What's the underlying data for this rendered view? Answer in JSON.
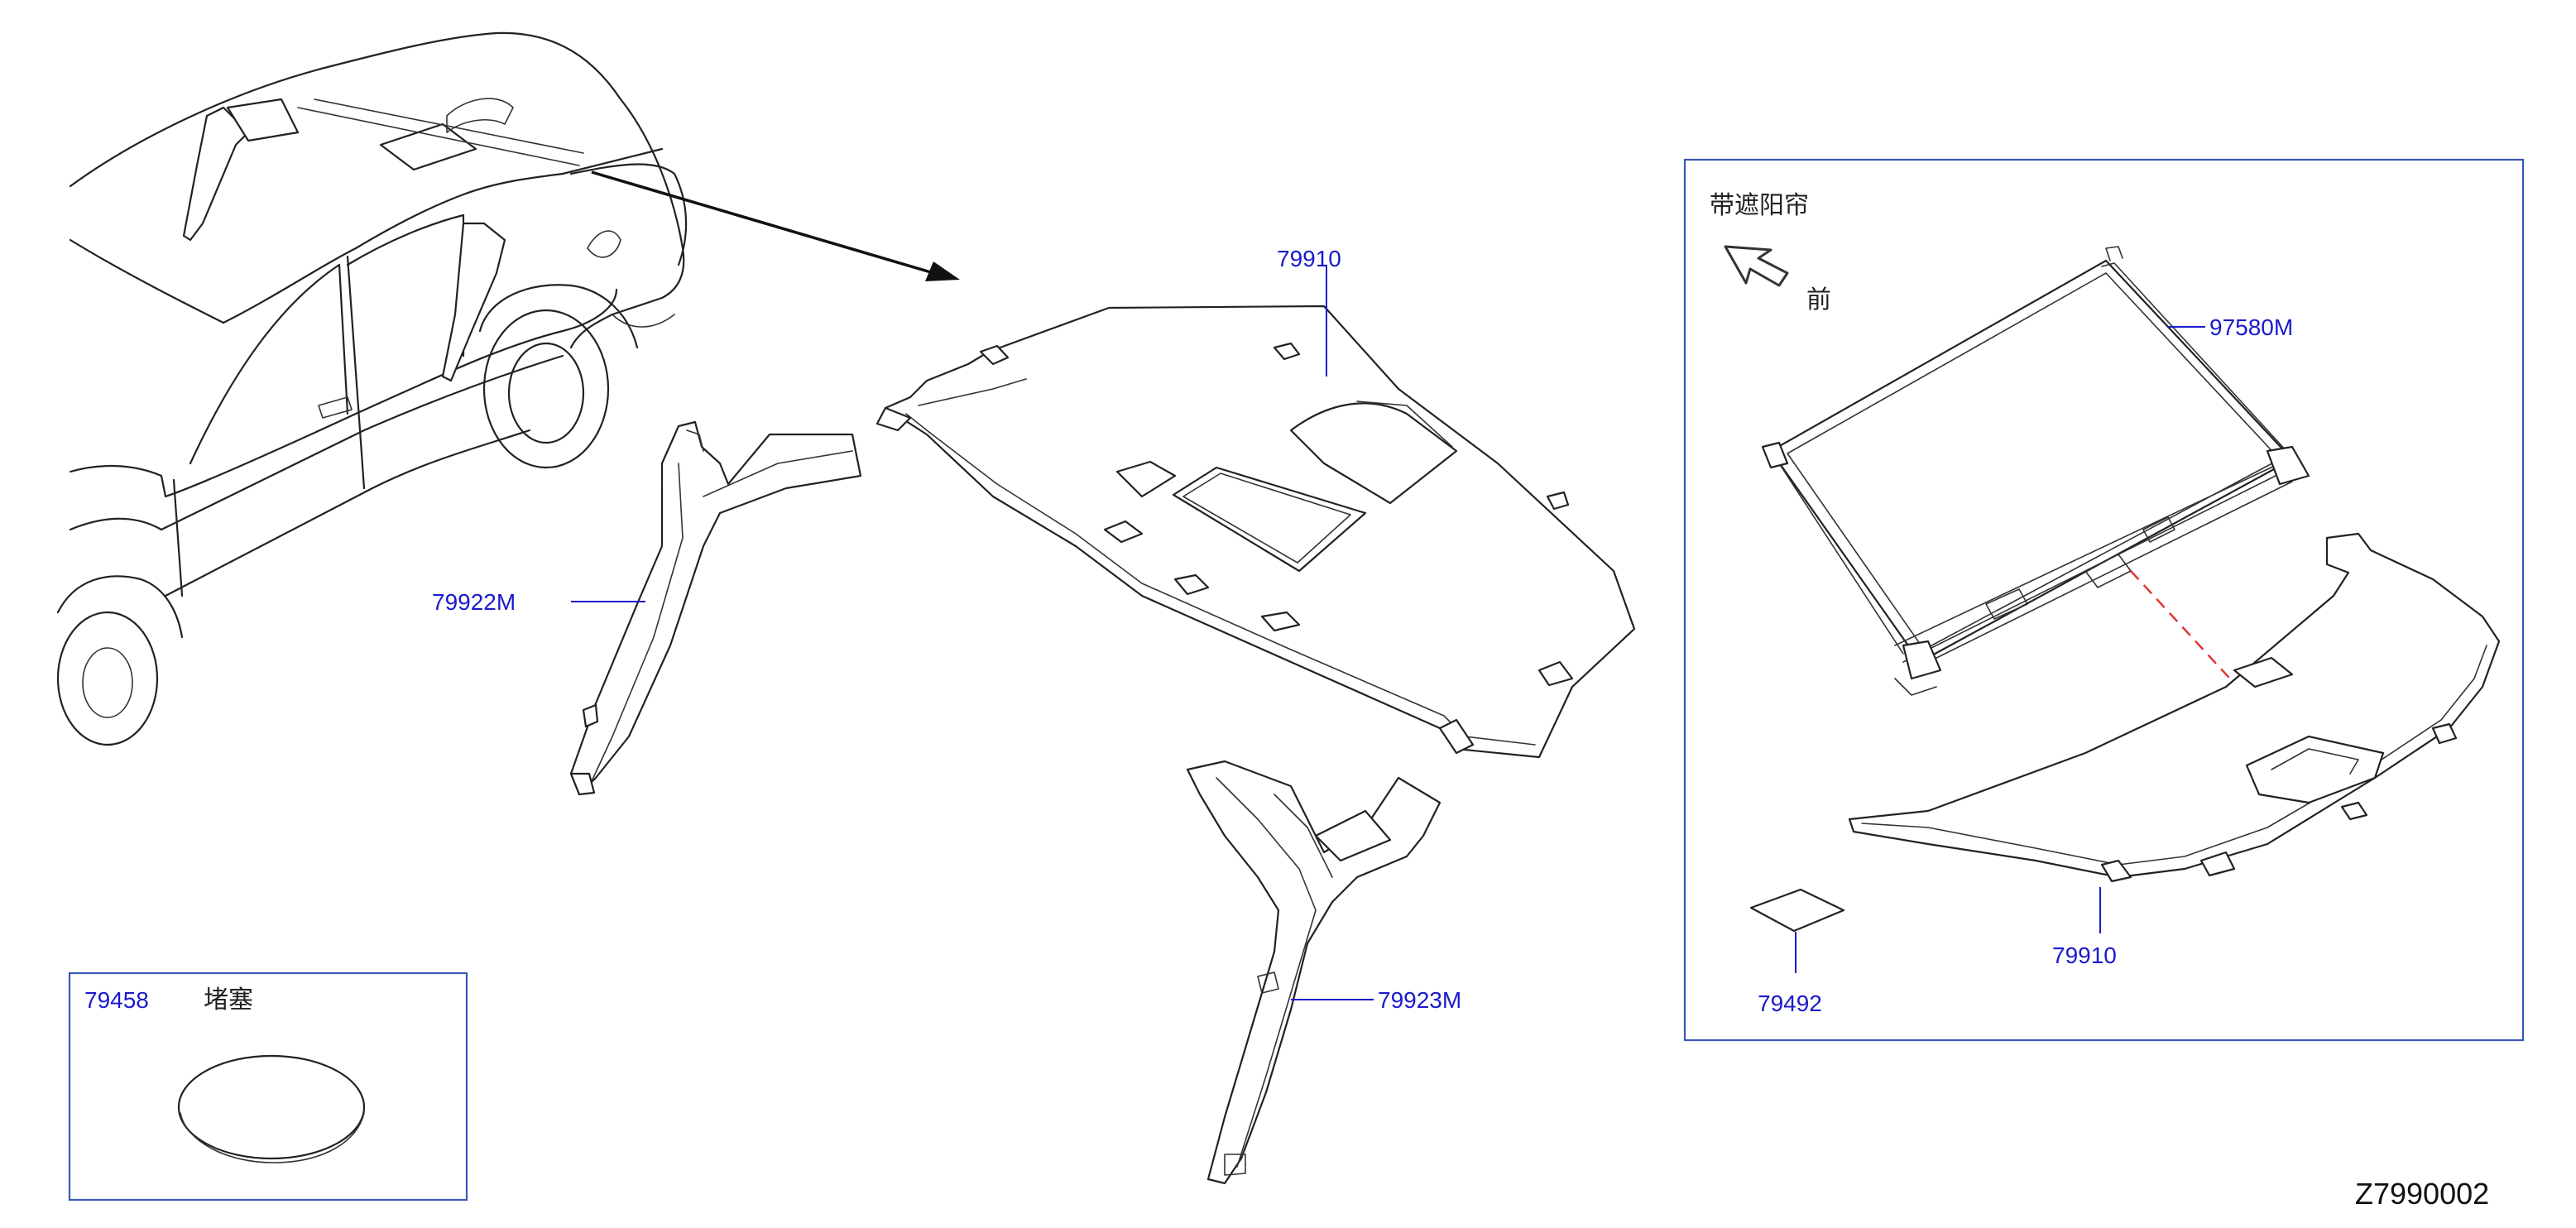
{
  "colors": {
    "part_label": "#1a1acc",
    "frame": "#3a57b8",
    "linework": "#222222",
    "guide_line": "#e03030",
    "background": "#ffffff"
  },
  "parts": {
    "headlining_main": "79910",
    "pillar_front": "79922M",
    "pillar_center": "79923M",
    "sunshade": "97580M",
    "headlining_inset": "79910",
    "pad": "79492",
    "plug": "79458"
  },
  "captions": {
    "inset_title": "带遮阳帘",
    "front_direction": "前",
    "plug_name": "堵塞"
  },
  "drawing_number": "Z7990002"
}
